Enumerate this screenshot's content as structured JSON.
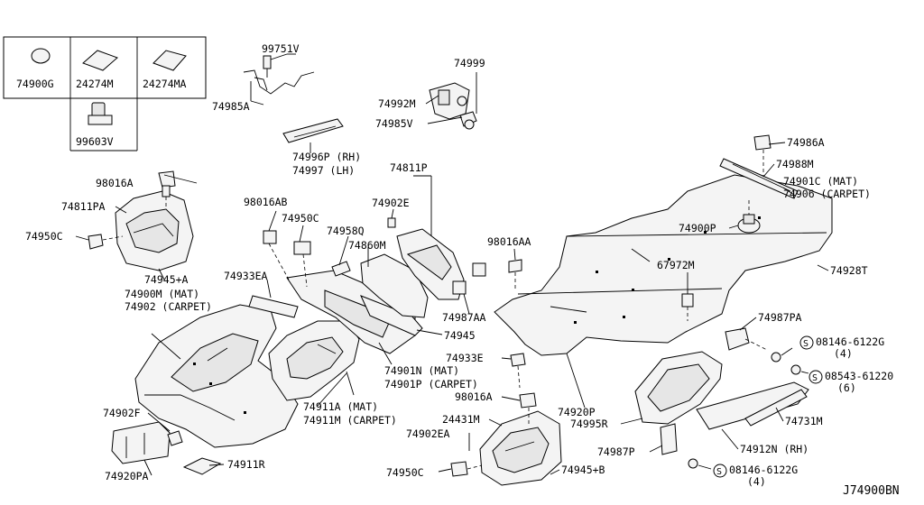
{
  "diagram_id": "J74900BN",
  "inset": {
    "p1": "74900G",
    "p2": "24274M",
    "p3": "24274MA",
    "p4": "99603V"
  },
  "callouts": {
    "c99751V": "99751V",
    "c74985A": "74985A",
    "c74999": "74999",
    "c74992M": "74992M",
    "c74985V": "74985V",
    "c74996P": "74996P (RH)",
    "c74997": "74997  (LH)",
    "c98016A_top": "98016A",
    "c74811PA": "74811PA",
    "c74950C_left": "74950C",
    "c74945A": "74945+A",
    "c74900M": "74900M (MAT)",
    "c74902": "74902  (CARPET)",
    "c98016AB": "98016AB",
    "c74950C_mid": "74950C",
    "c74958Q": "74958Q",
    "c74860M": "74860M",
    "c74933EA": "74933EA",
    "c74811P": "74811P",
    "c74902E": "74902E",
    "c98016AA": "98016AA",
    "c74987AA": "74987AA",
    "c74945": "74945",
    "c74901N": "74901N (MAT)",
    "c74901P": "74901P (CARPET)",
    "c74911A": "74911A (MAT)",
    "c74911M": "74911M (CARPET)",
    "c74902F": "74902F",
    "c74920PA": "74920PA",
    "c74911R": "74911R",
    "c74933E": "74933E",
    "c98016A_low": "98016A",
    "c24431M": "24431M",
    "c74902EA": "74902EA",
    "c74950C_low": "74950C",
    "c74945B": "74945+B",
    "c74920P": "74920P",
    "c74995R": "74995R",
    "c74987P": "74987P",
    "c74986A": "74986A",
    "c74988M": "74988M",
    "c74901C": "74901C (MAT)",
    "c74906": "74906  (CARPET)",
    "c74900P": "74900P",
    "c74928T": "74928T",
    "c67972M": "67972M",
    "c74987PA": "74987PA",
    "c08146_a": "08146-6122G",
    "c08146_a_qty": "(4)",
    "c08543": "08543-61220",
    "c08543_qty": "(6)",
    "c74731M": "74731M",
    "c74912N": "74912N (RH)",
    "c08146_b": "08146-6122G",
    "c08146_b_qty": "(4)"
  }
}
